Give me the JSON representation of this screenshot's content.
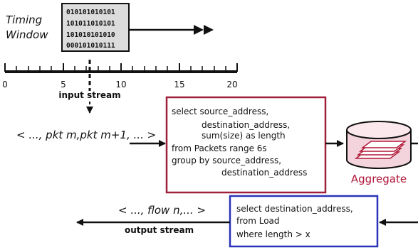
{
  "timing_window": {
    "label_line1": "Timing",
    "label_line2": "Window",
    "bits": [
      "010101010101",
      "101011010101",
      "101010101010",
      "000101010111"
    ]
  },
  "ruler": {
    "ticks": [
      "0",
      "5",
      "10",
      "15",
      "20"
    ]
  },
  "input_stream": {
    "caption": "input stream",
    "sequence": "< ..., pkt m,pkt m+1, ... >"
  },
  "query_aggregate": {
    "lines": [
      "select source_address,",
      "destination_address,",
      "sum(size) as length",
      "from Packets range 6s",
      "group by  source_address,",
      "destination_address"
    ],
    "border_color": "#a0203a"
  },
  "aggregate_store": {
    "label": "Aggregate",
    "color": "#b01838"
  },
  "query_load": {
    "lines": [
      "select destination_address,",
      "from Load",
      "where length > x"
    ],
    "border_color": "#2a34b8"
  },
  "output_stream": {
    "sequence": "< ..., flow n,... >",
    "caption": "output stream"
  }
}
